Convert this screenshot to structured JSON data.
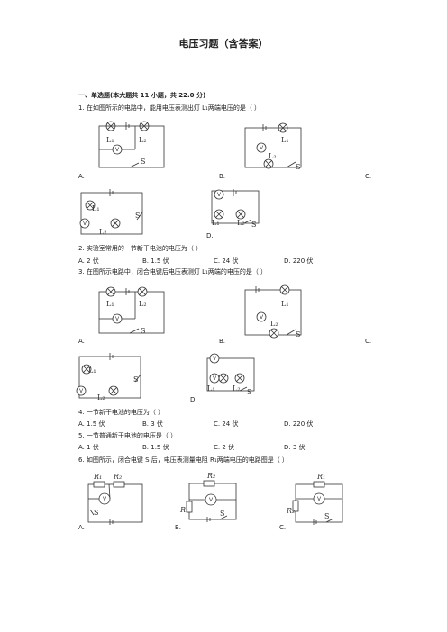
{
  "title": "电压习题（含答案）",
  "section": "一、单选题(本大题共 11 小题，共 22.0 分)",
  "q1": {
    "stem": "1.  在如图所示的电路中，能用电压表测出灯 L₁两端电压的是（        ）",
    "a": "A.",
    "b": "B.",
    "c": "C.",
    "d": "D."
  },
  "q2": {
    "stem": "2.  实验室常用的一节新干电池的电压为（        ）",
    "a": "A. 2 伏",
    "b": "B. 1.5 伏",
    "c": "C. 24 伏",
    "d": "D. 220 伏"
  },
  "q3": {
    "stem": "3.  在图所示电路中，闭合电键后电压表测灯 L₁两端的电压的是（        ）",
    "a": "A.",
    "b": "B.",
    "c": "C.",
    "d": "D."
  },
  "q4": {
    "stem": "4.  一节新干电池的电压为（        ）",
    "a": "A. 1.5 伏",
    "b": "B. 3 伏",
    "c": "C. 24 伏",
    "d": "D. 220 伏"
  },
  "q5": {
    "stem": "5.  一节普通新干电池的电压是（        ）",
    "a": "A. 1 伏",
    "b": "B. 1.5 伏",
    "c": "C. 2 伏",
    "d": "D. 3 伏"
  },
  "q6": {
    "stem": "6.  如图所示，闭合电键 S 后，电压表测量电阻 R₁两端电压的电路图是（        ）",
    "a": "A.",
    "b": "B.",
    "c": "C."
  },
  "labels": {
    "L1": "L₁",
    "L2": "L₂",
    "S": "S",
    "V": "V",
    "R1": "R₁",
    "R2": "R₂"
  }
}
